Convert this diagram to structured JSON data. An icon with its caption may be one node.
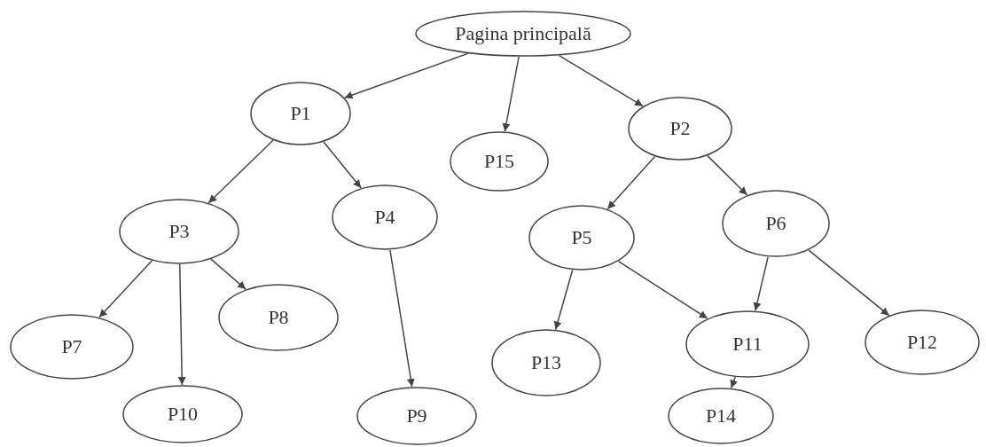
{
  "diagram": {
    "nodes": [
      {
        "text": [
          "Pagina principală"
        ]
      },
      {
        "text": [
          "P1"
        ]
      },
      {
        "text": [
          "P15"
        ]
      },
      {
        "text": [
          "P2"
        ]
      },
      {
        "text": [
          "P3"
        ]
      },
      {
        "text": [
          "P4"
        ]
      },
      {
        "text": [
          "P5"
        ]
      },
      {
        "text": [
          "P6"
        ]
      },
      {
        "text": [
          "P7"
        ]
      },
      {
        "text": [
          "P8"
        ]
      },
      {
        "text": [
          "P13"
        ]
      },
      {
        "text": [
          "P11"
        ]
      },
      {
        "text": [
          "P12"
        ]
      },
      {
        "text": [
          "P10"
        ]
      },
      {
        "text": [
          "P9"
        ]
      },
      {
        "text": [
          "P14"
        ]
      }
    ],
    "edges": [
      {
        "from": 0,
        "to": 1,
        "arrow": "to"
      },
      {
        "from": 0,
        "to": 2,
        "arrow": "to"
      },
      {
        "from": 0,
        "to": 3,
        "arrow": "to"
      },
      {
        "from": 1,
        "to": 4,
        "arrow": "to"
      },
      {
        "from": 1,
        "to": 5,
        "arrow": "to"
      },
      {
        "from": 3,
        "to": 6,
        "arrow": "to"
      },
      {
        "from": 3,
        "to": 7,
        "arrow": "to"
      },
      {
        "from": 4,
        "to": 8,
        "arrow": "to"
      },
      {
        "from": 4,
        "to": 13,
        "arrow": "to"
      },
      {
        "from": 4,
        "to": 9,
        "arrow": "to"
      },
      {
        "from": 5,
        "to": 14,
        "arrow": "to"
      },
      {
        "from": 6,
        "to": 10,
        "arrow": "to"
      },
      {
        "from": 6,
        "to": 11,
        "arrow": "to"
      },
      {
        "from": 7,
        "to": 11,
        "arrow": "to"
      },
      {
        "from": 7,
        "to": 12,
        "arrow": "to"
      },
      {
        "from": 11,
        "to": 15,
        "arrow": "to"
      }
    ]
  }
}
